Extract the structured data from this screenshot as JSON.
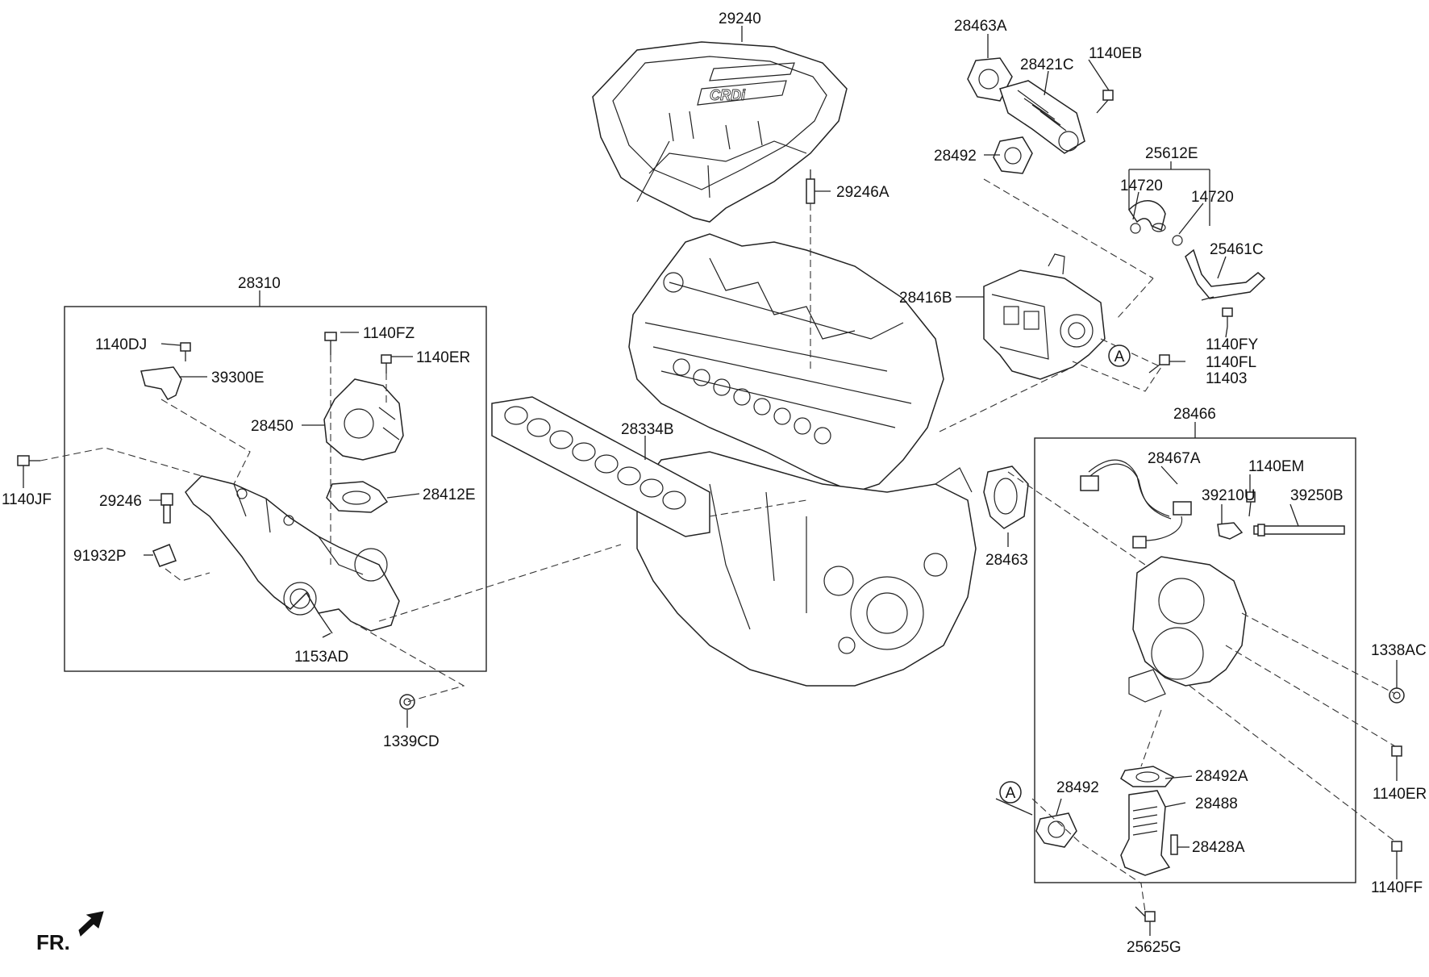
{
  "labels": {
    "p29240": "29240",
    "p28463A": "28463A",
    "p28421C": "28421C",
    "p1140EB": "1140EB",
    "p28492_top": "28492",
    "p25612E": "25612E",
    "p14720_l": "14720",
    "p14720_r": "14720",
    "p29246A": "29246A",
    "p25461C": "25461C",
    "p28416B": "28416B",
    "p1140FY": "1140FY",
    "p1140FL": "1140FL",
    "p11403": "11403",
    "p28310": "28310",
    "p1140DJ": "1140DJ",
    "p1140FZ": "1140FZ",
    "p1140ER_top": "1140ER",
    "p39300E": "39300E",
    "p28450": "28450",
    "p28334B": "28334B",
    "p28412E": "28412E",
    "p1140JF": "1140JF",
    "p29246": "29246",
    "p91932P": "91932P",
    "p1153AD": "1153AD",
    "p1339CD": "1339CD",
    "p28466": "28466",
    "p28467A": "28467A",
    "p1140EM": "1140EM",
    "p39210U": "39210U",
    "p39250B": "39250B",
    "p28463": "28463",
    "p1338AC": "1338AC",
    "p1140ER_right": "1140ER",
    "p28492_bottom": "28492",
    "p28492A": "28492A",
    "p28488": "28488",
    "p28428A": "28428A",
    "p1140FF": "1140FF",
    "p25625G": "25625G",
    "refA_top": "A",
    "refA_bottom": "A",
    "fr": "FR."
  }
}
